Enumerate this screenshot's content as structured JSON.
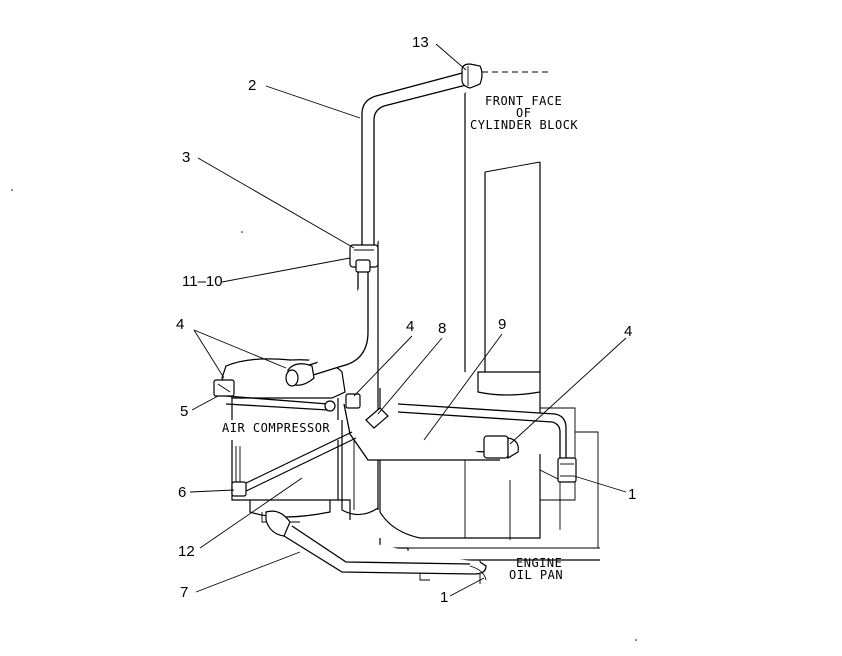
{
  "labels": {
    "front_face": [
      "FRONT FACE",
      "OF",
      "CYLINDER BLOCK"
    ],
    "air_compressor": "AIR COMPRESSOR",
    "oil_pan": [
      "ENGINE",
      "OIL PAN"
    ]
  },
  "callouts": {
    "c13": "13",
    "c2": "2",
    "c3": "3",
    "c11_10": "11–10",
    "c4_left": "4",
    "c4_mid": "4",
    "c8": "8",
    "c9": "9",
    "c4_right": "4",
    "c5": "5",
    "c6": "6",
    "c12": "12",
    "c7": "7",
    "c1_bottom": "1",
    "c1_right": "1"
  }
}
